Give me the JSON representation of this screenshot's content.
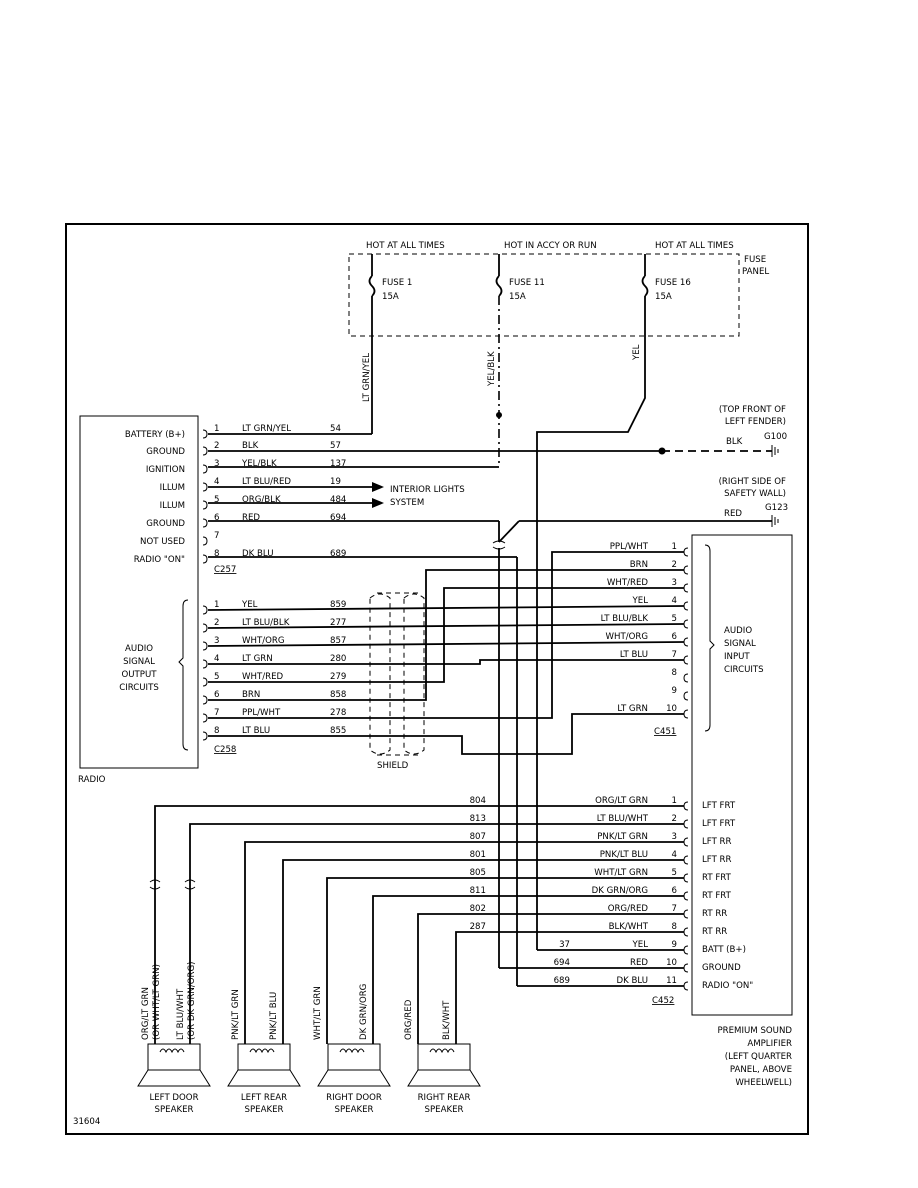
{
  "fuse_panel": {
    "label": [
      "FUSE",
      "PANEL"
    ],
    "headers": [
      "HOT AT ALL TIMES",
      "HOT IN ACCY OR RUN",
      "HOT AT ALL TIMES"
    ],
    "fuses": [
      {
        "name": "FUSE 1",
        "rating": "15A",
        "wire": "LT GRN/YEL"
      },
      {
        "name": "FUSE 11",
        "rating": "15A",
        "wire": "YEL/BLK"
      },
      {
        "name": "FUSE 16",
        "rating": "15A",
        "wire": "YEL"
      }
    ]
  },
  "radio": {
    "label": "RADIO",
    "pins_top": [
      "BATTERY (B+)",
      "GROUND",
      "IGNITION",
      "ILLUM",
      "ILLUM",
      "GROUND",
      "NOT USED",
      "RADIO \"ON\""
    ],
    "pins_bottom_label": [
      "AUDIO",
      "SIGNAL",
      "OUTPUT",
      "CIRCUITS"
    ],
    "c257": {
      "name": "C257",
      "rows": [
        {
          "pin": "1",
          "color": "LT GRN/YEL",
          "circuit": "54"
        },
        {
          "pin": "2",
          "color": "BLK",
          "circuit": "57"
        },
        {
          "pin": "3",
          "color": "YEL/BLK",
          "circuit": "137"
        },
        {
          "pin": "4",
          "color": "LT BLU/RED",
          "circuit": "19"
        },
        {
          "pin": "5",
          "color": "ORG/BLK",
          "circuit": "484"
        },
        {
          "pin": "6",
          "color": "RED",
          "circuit": "694"
        },
        {
          "pin": "7",
          "color": "",
          "circuit": ""
        },
        {
          "pin": "8",
          "color": "DK BLU",
          "circuit": "689"
        }
      ]
    },
    "c258": {
      "name": "C258",
      "rows": [
        {
          "pin": "1",
          "color": "YEL",
          "circuit": "859"
        },
        {
          "pin": "2",
          "color": "LT BLU/BLK",
          "circuit": "277"
        },
        {
          "pin": "3",
          "color": "WHT/ORG",
          "circuit": "857"
        },
        {
          "pin": "4",
          "color": "LT GRN",
          "circuit": "280"
        },
        {
          "pin": "5",
          "color": "WHT/RED",
          "circuit": "279"
        },
        {
          "pin": "6",
          "color": "BRN",
          "circuit": "858"
        },
        {
          "pin": "7",
          "color": "PPL/WHT",
          "circuit": "278"
        },
        {
          "pin": "8",
          "color": "LT BLU",
          "circuit": "855"
        }
      ]
    }
  },
  "interior_lights": [
    "INTERIOR LIGHTS",
    "SYSTEM"
  ],
  "grounds": {
    "g100": {
      "loc": [
        "(TOP FRONT OF",
        "LEFT FENDER)"
      ],
      "wire": "BLK",
      "id": "G100"
    },
    "g123": {
      "loc": [
        "(RIGHT SIDE OF",
        "SAFETY WALL)"
      ],
      "wire": "RED",
      "id": "G123"
    }
  },
  "shield_label": "SHIELD",
  "c451": {
    "name": "C451",
    "label": [
      "AUDIO",
      "SIGNAL",
      "INPUT",
      "CIRCUITS"
    ],
    "rows": [
      {
        "pin": "1",
        "color": "PPL/WHT"
      },
      {
        "pin": "2",
        "color": "BRN"
      },
      {
        "pin": "3",
        "color": "WHT/RED"
      },
      {
        "pin": "4",
        "color": "YEL"
      },
      {
        "pin": "5",
        "color": "LT BLU/BLK"
      },
      {
        "pin": "6",
        "color": "WHT/ORG"
      },
      {
        "pin": "7",
        "color": "LT BLU"
      },
      {
        "pin": "8",
        "color": ""
      },
      {
        "pin": "9",
        "color": ""
      },
      {
        "pin": "10",
        "color": "LT GRN"
      }
    ]
  },
  "c452": {
    "name": "C452",
    "rows": [
      {
        "pin": "1",
        "circuit": "804",
        "color": "ORG/LT GRN",
        "func": "LFT FRT"
      },
      {
        "pin": "2",
        "circuit": "813",
        "color": "LT BLU/WHT",
        "func": "LFT FRT"
      },
      {
        "pin": "3",
        "circuit": "807",
        "color": "PNK/LT GRN",
        "func": "LFT RR"
      },
      {
        "pin": "4",
        "circuit": "801",
        "color": "PNK/LT BLU",
        "func": "LFT RR"
      },
      {
        "pin": "5",
        "circuit": "805",
        "color": "WHT/LT GRN",
        "func": "RT FRT"
      },
      {
        "pin": "6",
        "circuit": "811",
        "color": "DK GRN/ORG",
        "func": "RT FRT"
      },
      {
        "pin": "7",
        "circuit": "802",
        "color": "ORG/RED",
        "func": "RT RR"
      },
      {
        "pin": "8",
        "circuit": "287",
        "color": "BLK/WHT",
        "func": "RT RR"
      },
      {
        "pin": "9",
        "circuit": "37",
        "color": "YEL",
        "func": "BATT (B+)"
      },
      {
        "pin": "10",
        "circuit": "694",
        "color": "RED",
        "func": "GROUND"
      },
      {
        "pin": "11",
        "circuit": "689",
        "color": "DK BLU",
        "func": "RADIO \"ON\""
      }
    ]
  },
  "amplifier": [
    "PREMIUM SOUND",
    "AMPLIFIER",
    "(LEFT QUARTER",
    "PANEL, ABOVE",
    "WHEELWELL)"
  ],
  "speakers": [
    {
      "name": [
        "LEFT DOOR",
        "SPEAKER"
      ],
      "wires": [
        [
          "ORG/LT GRN",
          "(OR WHT/LT GRN)"
        ],
        [
          "LT BLU/WHT",
          "(OR DK GRN/ORG)"
        ]
      ]
    },
    {
      "name": [
        "LEFT REAR",
        "SPEAKER"
      ],
      "wires": [
        [
          "PNK/LT GRN"
        ],
        [
          "PNK/LT BLU"
        ]
      ]
    },
    {
      "name": [
        "RIGHT DOOR",
        "SPEAKER"
      ],
      "wires": [
        [
          "WHT/LT GRN"
        ],
        [
          "DK GRN/ORG"
        ]
      ]
    },
    {
      "name": [
        "RIGHT REAR",
        "SPEAKER"
      ],
      "wires": [
        [
          "ORG/RED"
        ],
        [
          "BLK/WHT"
        ]
      ]
    }
  ],
  "figure_id": "31604"
}
